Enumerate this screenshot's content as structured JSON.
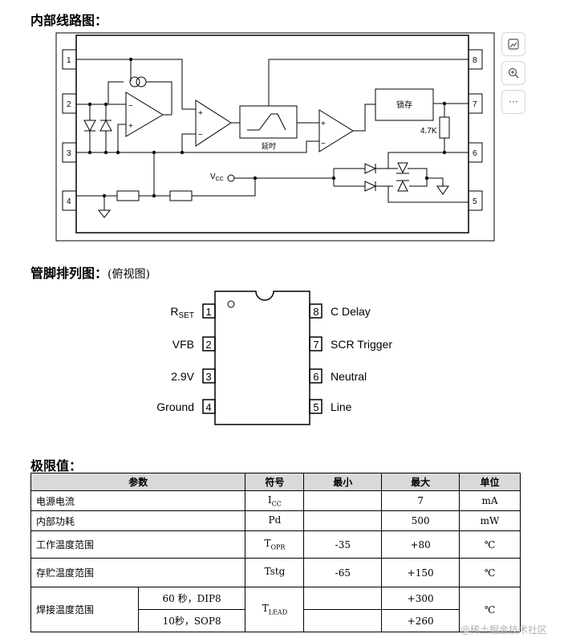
{
  "headings": {
    "internal_circuit": "内部线路图：",
    "pinout": "管脚排列图：",
    "pinout_note": "(俯视图)",
    "limits": "极限值："
  },
  "toolbar": {
    "icons": [
      "image-edit-icon",
      "zoom-in-icon",
      "more-icon"
    ],
    "more_label": "···"
  },
  "circuit": {
    "pins_left": [
      "1",
      "2",
      "3",
      "4"
    ],
    "pins_right": [
      "8",
      "7",
      "6",
      "5"
    ],
    "latch_label": "锁存",
    "delay_label": "延时",
    "resistor_label": "4.7K",
    "vcc_main": "V",
    "vcc_sub": "CC",
    "plus": "+",
    "minus": "−"
  },
  "pinout": {
    "left": [
      {
        "num": "1",
        "label": "R",
        "sub": "SET"
      },
      {
        "num": "2",
        "label": "VFB",
        "sub": ""
      },
      {
        "num": "3",
        "label": "2.9V",
        "sub": ""
      },
      {
        "num": "4",
        "label": "Ground",
        "sub": ""
      }
    ],
    "right": [
      {
        "num": "8",
        "label": "C Delay"
      },
      {
        "num": "7",
        "label": "SCR Trigger"
      },
      {
        "num": "6",
        "label": "Neutral"
      },
      {
        "num": "5",
        "label": "Line"
      }
    ]
  },
  "limits_table": {
    "headers": [
      "参数",
      "符号",
      "最小",
      "最大",
      "单位"
    ],
    "rows": [
      {
        "param": "电源电流",
        "symbol": "I",
        "symbol_sub": "CC",
        "min": "",
        "max": "7",
        "unit": "mA"
      },
      {
        "param": "内部功耗",
        "symbol": "Pd",
        "symbol_sub": "",
        "min": "",
        "max": "500",
        "unit": "mW"
      },
      {
        "param": "工作温度范围",
        "symbol": "T",
        "symbol_sub": "OPR",
        "min": "-35",
        "max": "+80",
        "unit": "℃"
      },
      {
        "param": "存贮温度范围",
        "symbol": "Tstg",
        "symbol_sub": "",
        "min": "-65",
        "max": "+150",
        "unit": "℃"
      }
    ],
    "solder": {
      "param": "焊接温度范围",
      "sub1": "60 秒，DIP8",
      "sub2": "10秒，SOP8",
      "symbol": "T",
      "symbol_sub": "LEAD",
      "max1": "+300",
      "max2": "+260",
      "unit": "℃"
    }
  },
  "watermark": "@稀土掘金技术社区"
}
